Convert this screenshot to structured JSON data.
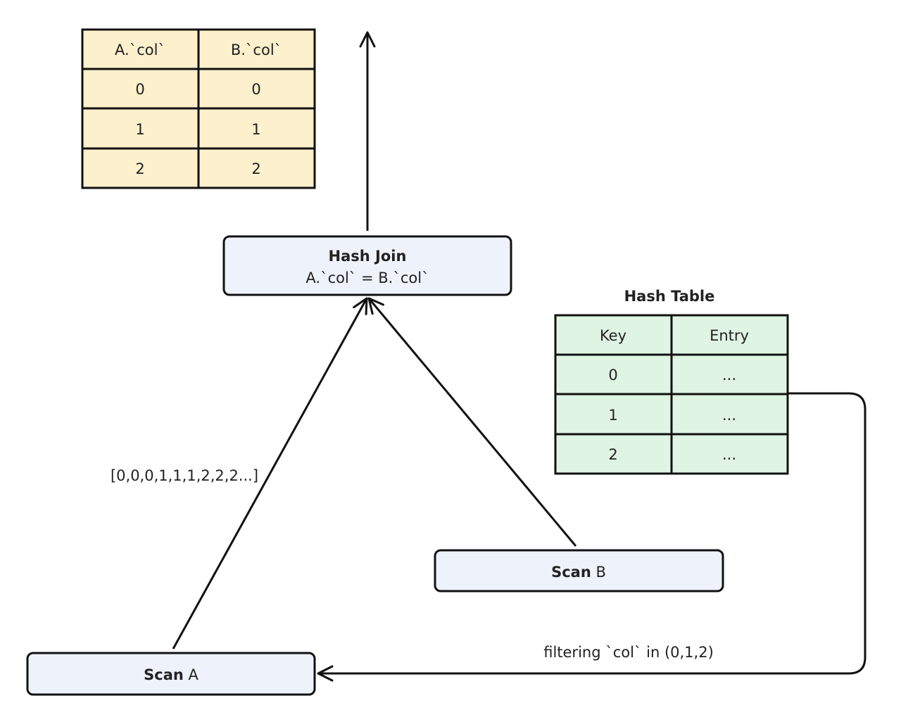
{
  "result_table": {
    "headers": [
      "A.`col`",
      "B.`col`"
    ],
    "rows": [
      [
        "0",
        "0"
      ],
      [
        "1",
        "1"
      ],
      [
        "2",
        "2"
      ]
    ],
    "fill_color": "#fdf0cc"
  },
  "hash_join": {
    "title": "Hash Join",
    "condition": "A.`col` = B.`col`",
    "fill_color": "#eef2fb"
  },
  "hash_table": {
    "title": "Hash Table",
    "headers": [
      "Key",
      "Entry"
    ],
    "rows": [
      [
        "0",
        "..."
      ],
      [
        "1",
        "..."
      ],
      [
        "2",
        "..."
      ]
    ],
    "fill_color": "#dff4e3"
  },
  "scan_a": {
    "bold": "Scan",
    "suffix": " A"
  },
  "scan_b": {
    "bold": "Scan",
    "suffix": " B"
  },
  "labels": {
    "scan_a_output": "[0,0,0,1,1,1,2,2,2...]",
    "runtime_filter": "filtering `col` in (0,1,2)"
  },
  "colors": {
    "stroke": "#111111",
    "text": "#222222"
  }
}
